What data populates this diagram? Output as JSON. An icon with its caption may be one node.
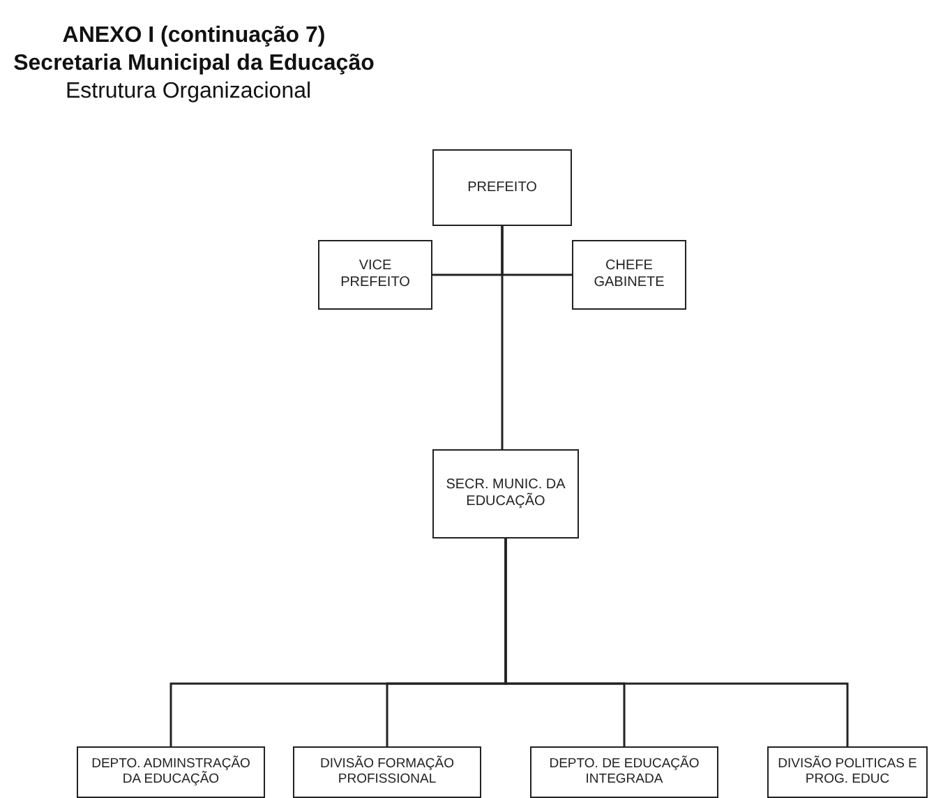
{
  "diagram": {
    "title": "ANEXO I (continuação 7) Secretaria Municipal da Educação",
    "caption": "Estrutura Organizacional",
    "nodes": [
      {
        "text": [
          "PREFEITO"
        ]
      },
      {
        "text": [
          "VICE PREFEITO"
        ]
      },
      {
        "text": [
          "CHEFE GABINETE"
        ]
      },
      {
        "text": [
          "SECR. MUNIC. DA EDUCAÇÃO"
        ]
      },
      {
        "text": [
          "DEPTO. ADMINSTRAÇÃO DA EDUCAÇÃO"
        ]
      },
      {
        "text": [
          "DIVISÃO FORMAÇÃO PROFISSIONAL"
        ]
      },
      {
        "text": [
          "DEPTO. DE EDUCAÇÃO INTEGRADA"
        ]
      },
      {
        "text": [
          "DIVISÃO POLITICAS E PROG. EDUC"
        ]
      }
    ],
    "edges": [
      {
        "from": 0,
        "to": 1,
        "arrow": "none"
      },
      {
        "from": 0,
        "to": 2,
        "arrow": "none"
      },
      {
        "from": 0,
        "to": 3,
        "arrow": "none"
      },
      {
        "from": 3,
        "to": 4,
        "arrow": "none"
      },
      {
        "from": 3,
        "to": 5,
        "arrow": "none"
      },
      {
        "from": 3,
        "to": 6,
        "arrow": "none"
      },
      {
        "from": 3,
        "to": 7,
        "arrow": "none"
      }
    ]
  }
}
